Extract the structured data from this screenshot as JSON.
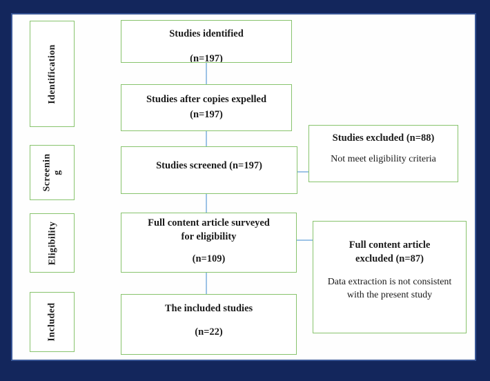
{
  "diagram": {
    "type": "prisma-flow",
    "colors": {
      "frame_background": "#13265c",
      "canvas_background": "#fefefe",
      "box_border_green": "#87c36c",
      "connector_blue": "#9dc3e6",
      "text": "#1a1a1a"
    },
    "sidebar": {
      "stages": [
        {
          "id": "identification",
          "lines": [
            "Identification",
            ""
          ]
        },
        {
          "id": "screening",
          "lines": [
            "Screenin",
            "g"
          ]
        },
        {
          "id": "eligibility",
          "lines": [
            "Eligibility",
            ""
          ]
        },
        {
          "id": "included",
          "lines": [
            "Included",
            ""
          ]
        }
      ]
    },
    "flow": {
      "box_identified": {
        "line1": "Studies identified",
        "count": "(n=197)"
      },
      "box_copies": {
        "line1": "Studies after copies expelled",
        "count": "(n=197)"
      },
      "box_screened": {
        "line1": "Studies screened (n=197)"
      },
      "box_surveyed": {
        "line1": "Full content article surveyed",
        "line2": "for eligibility",
        "count": "(n=109)"
      },
      "box_included": {
        "line1": "The included studies",
        "count": "(n=22)"
      }
    },
    "exclusions": {
      "box_screen_excluded": {
        "title": "Studies excluded (n=88)",
        "reason": "Not meet eligibility criteria"
      },
      "box_fulltext_excluded": {
        "title_line1": "Full content article",
        "title_line2": "excluded (n=87)",
        "reason_line1": "Data extraction is not consistent",
        "reason_line2": "with the present study"
      }
    }
  }
}
